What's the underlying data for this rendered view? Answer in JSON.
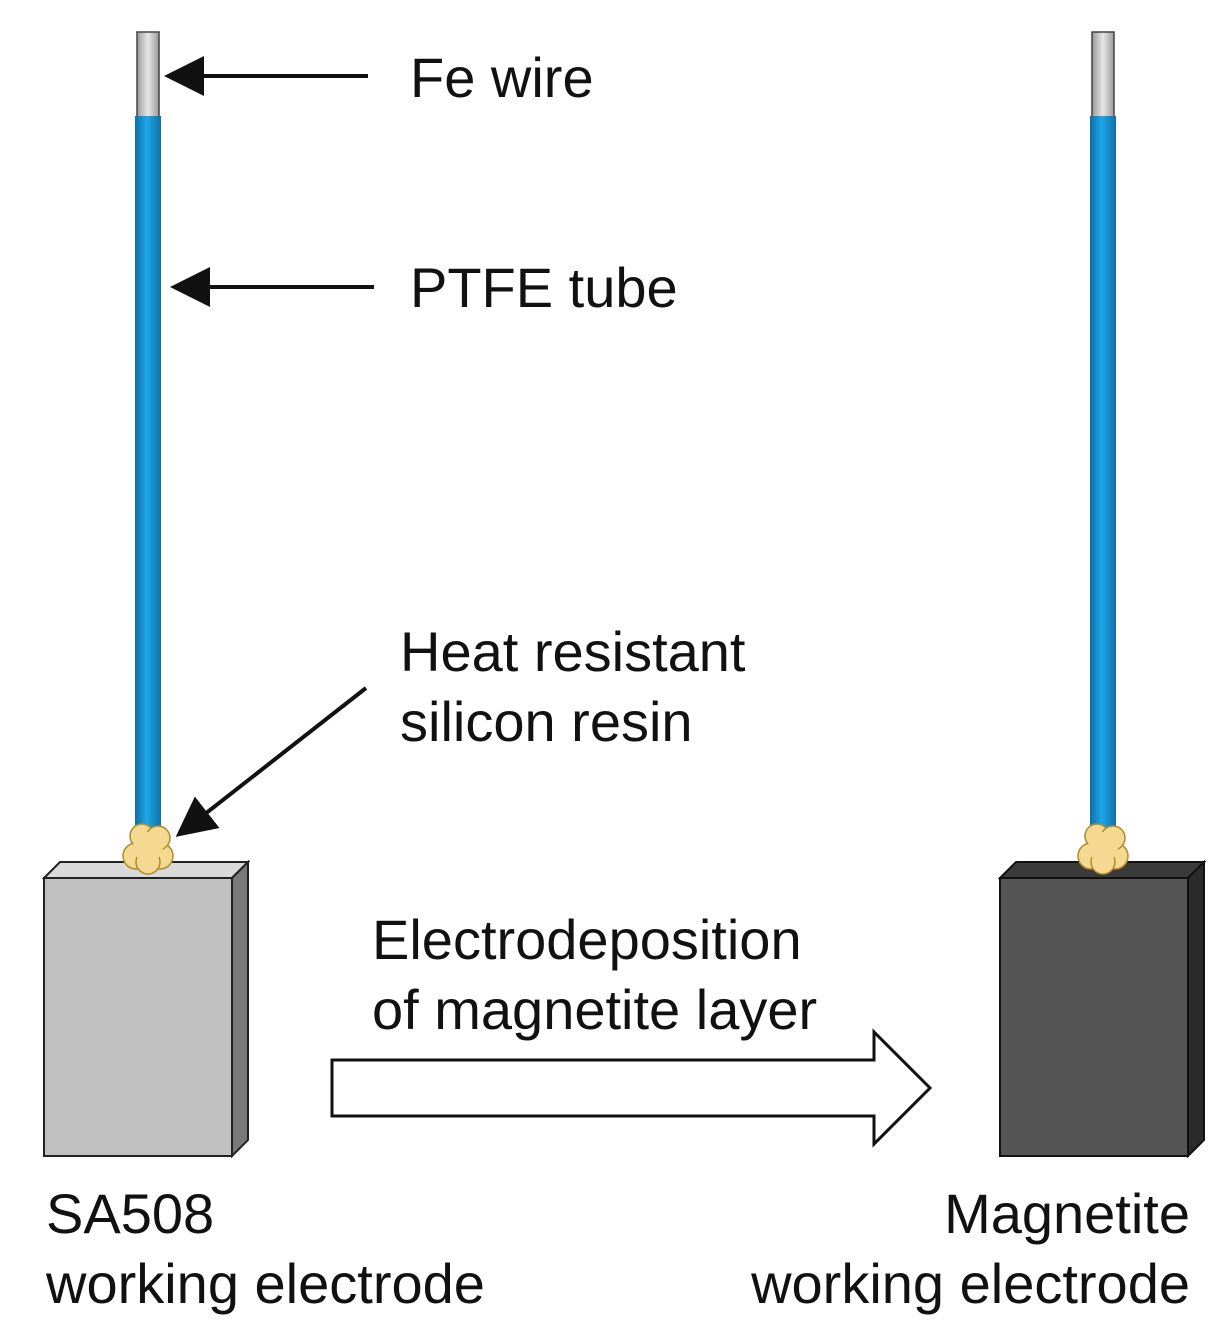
{
  "labels": {
    "fe_wire": "Fe wire",
    "ptfe_tube": "PTFE tube",
    "resin_line1": "Heat resistant",
    "resin_line2": "silicon resin",
    "process_line1": "Electrodeposition",
    "process_line2": "of magnetite layer",
    "left_electrode_line1": "SA508",
    "left_electrode_line2": "working electrode",
    "right_electrode_line1": "Magnetite",
    "right_electrode_line2": "working electrode"
  },
  "colors": {
    "wire_gray": "#c8c8c8",
    "ptfe_blue": "#1a9ad6",
    "resin_yellow": "#f5d990",
    "sa508_gray": "#c0c0c0",
    "magnetite_dark": "#555555",
    "outline": "#222222"
  }
}
